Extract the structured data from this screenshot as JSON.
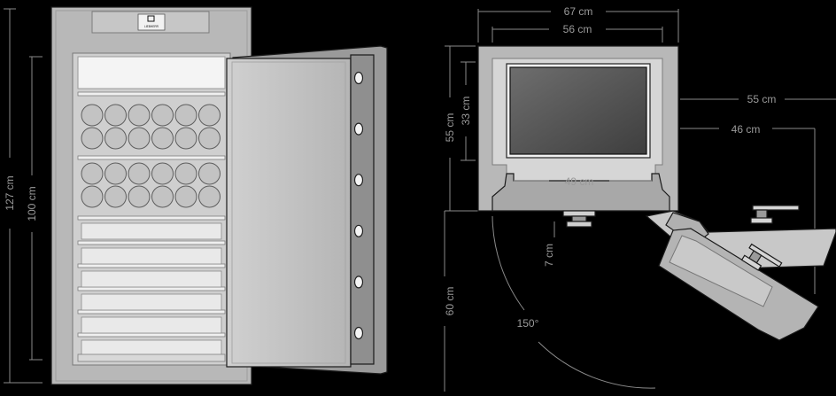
{
  "brand": {
    "logo_text": "LIEBHERR"
  },
  "front_view": {
    "dimensions": {
      "total_height": "127 cm",
      "interior_height": "100 cm"
    },
    "hinge_count": 6
  },
  "top_view": {
    "dimensions": {
      "total_width": "67 cm",
      "interior_width": "56 cm",
      "total_depth": "55 cm",
      "depth_without_handle": "46 cm",
      "side_depth": "55 cm",
      "interior_depth": "33 cm",
      "door_opening_width": "49 cm",
      "handle_depth": "7 cm",
      "door_clearance": "60 cm",
      "opening_angle": "150°"
    }
  },
  "colors": {
    "cabinet": "#b8b8b8",
    "cabinet_dark": "#8f8f8f",
    "interior": "#e6e6e6",
    "shelf": "#d0d0d0",
    "door": "#c4c4c4",
    "background": "#000000",
    "dimension_text": "#9a9a9a"
  }
}
